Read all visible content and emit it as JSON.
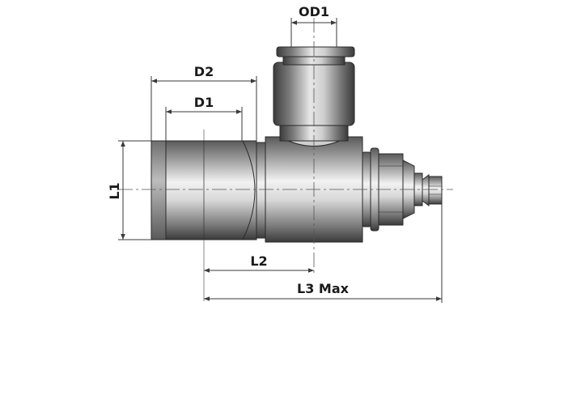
{
  "dimensions": {
    "od1": "OD1",
    "d2": "D2",
    "d1": "D1",
    "l1": "L1",
    "l2": "L2",
    "l3": "L3 Max"
  },
  "colors": {
    "metal_dark": "#3c3c3c",
    "metal_mid": "#8a8a8a",
    "metal_light": "#f4f4f4",
    "dimension_line": "#3a3a3a"
  }
}
